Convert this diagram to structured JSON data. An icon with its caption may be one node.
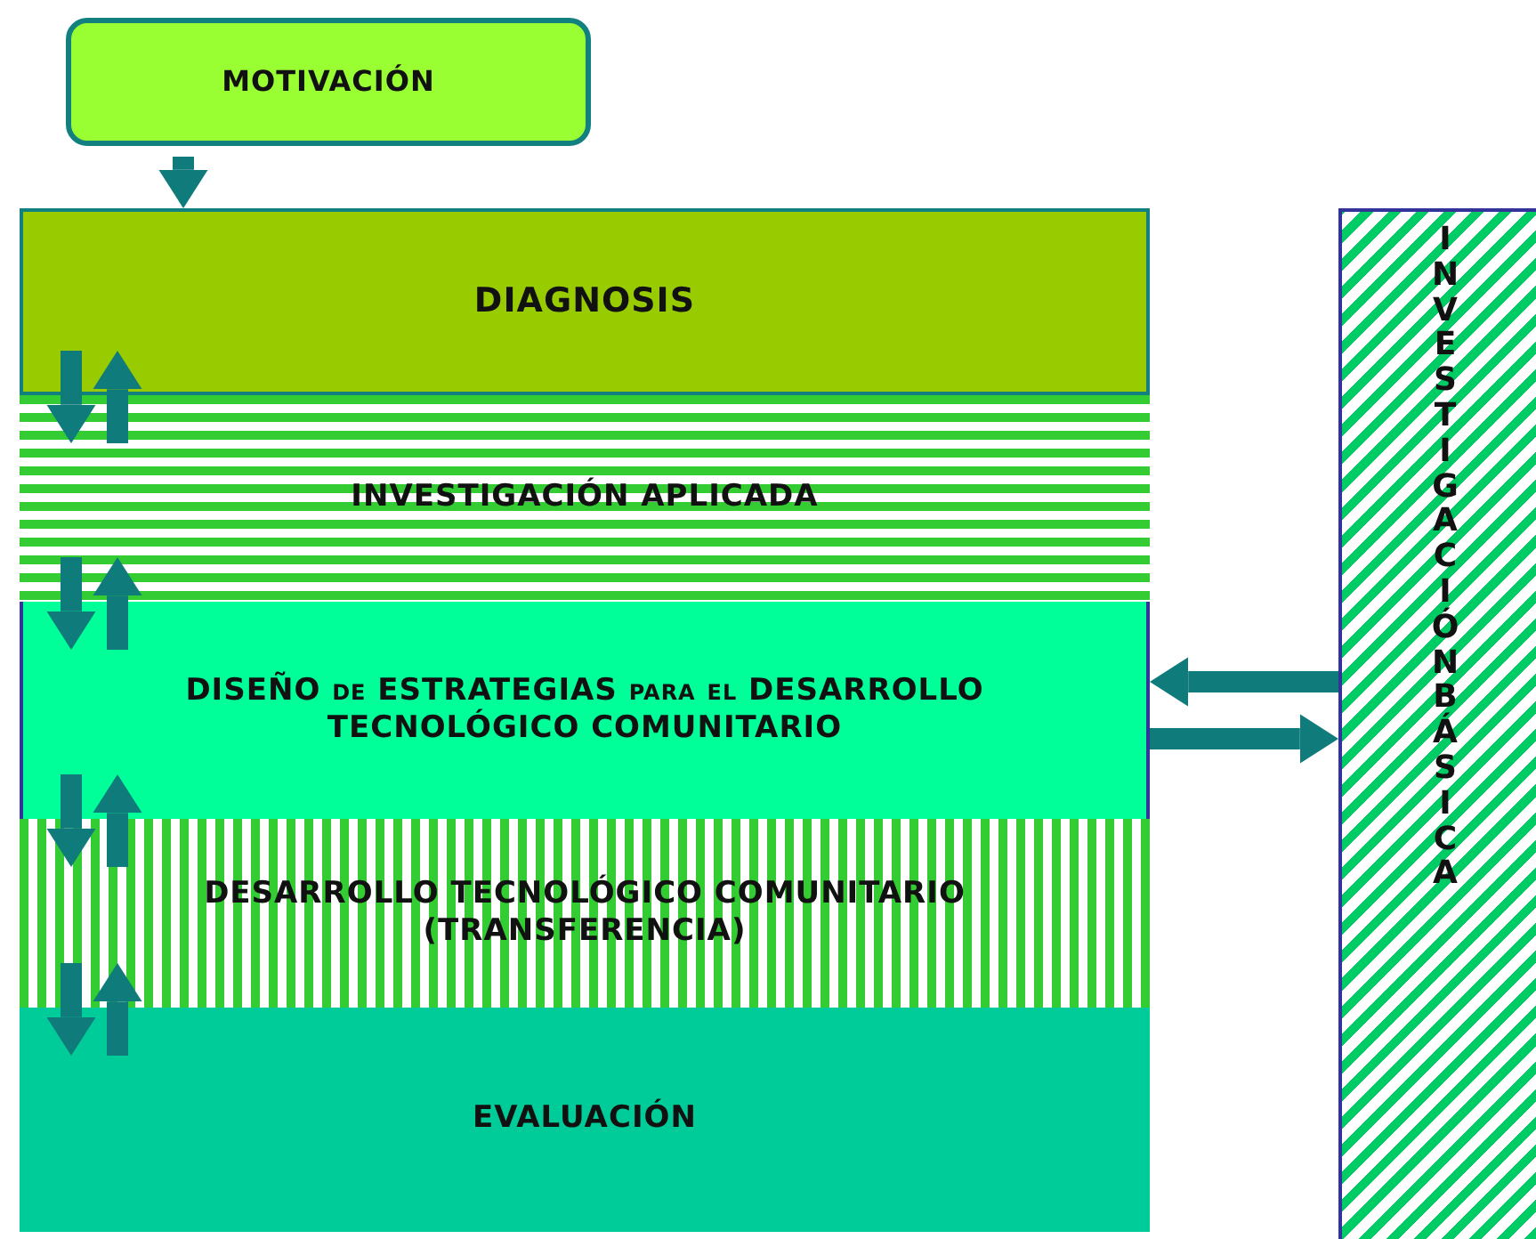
{
  "diagram": {
    "nodes": [
      {
        "text": [
          "MOTIVACIÓN"
        ]
      },
      {
        "text": [
          "DIAGNOSIS"
        ]
      },
      {
        "text": [
          "INVESTIGACIÓN APLICADA"
        ]
      },
      {
        "text": [
          "DISEÑO de ESTRATEGIAS para el DESARROLLO TECNOLÓGICO COMUNITARIO"
        ]
      },
      {
        "text": [
          "DESARROLLO TECNOLÓGICO COMUNITARIO (TRANSFERENCIA)"
        ]
      },
      {
        "text": [
          "EVALUACIÓN"
        ]
      },
      {
        "text": [
          "INVESTIGACIÓN BÁSICA"
        ]
      }
    ],
    "edges": [
      {
        "from": 0,
        "to": 1,
        "arrow": "to"
      },
      {
        "from": 1,
        "to": 2,
        "arrow": "to"
      },
      {
        "from": 2,
        "to": 1,
        "arrow": "to"
      },
      {
        "from": 2,
        "to": 3,
        "arrow": "to"
      },
      {
        "from": 3,
        "to": 2,
        "arrow": "to"
      },
      {
        "from": 3,
        "to": 4,
        "arrow": "to"
      },
      {
        "from": 4,
        "to": 3,
        "arrow": "to"
      },
      {
        "from": 4,
        "to": 5,
        "arrow": "to"
      },
      {
        "from": 5,
        "to": 4,
        "arrow": "to"
      },
      {
        "from": 6,
        "to": 3,
        "arrow": "to"
      },
      {
        "from": 3,
        "to": 6,
        "arrow": "to"
      }
    ]
  }
}
